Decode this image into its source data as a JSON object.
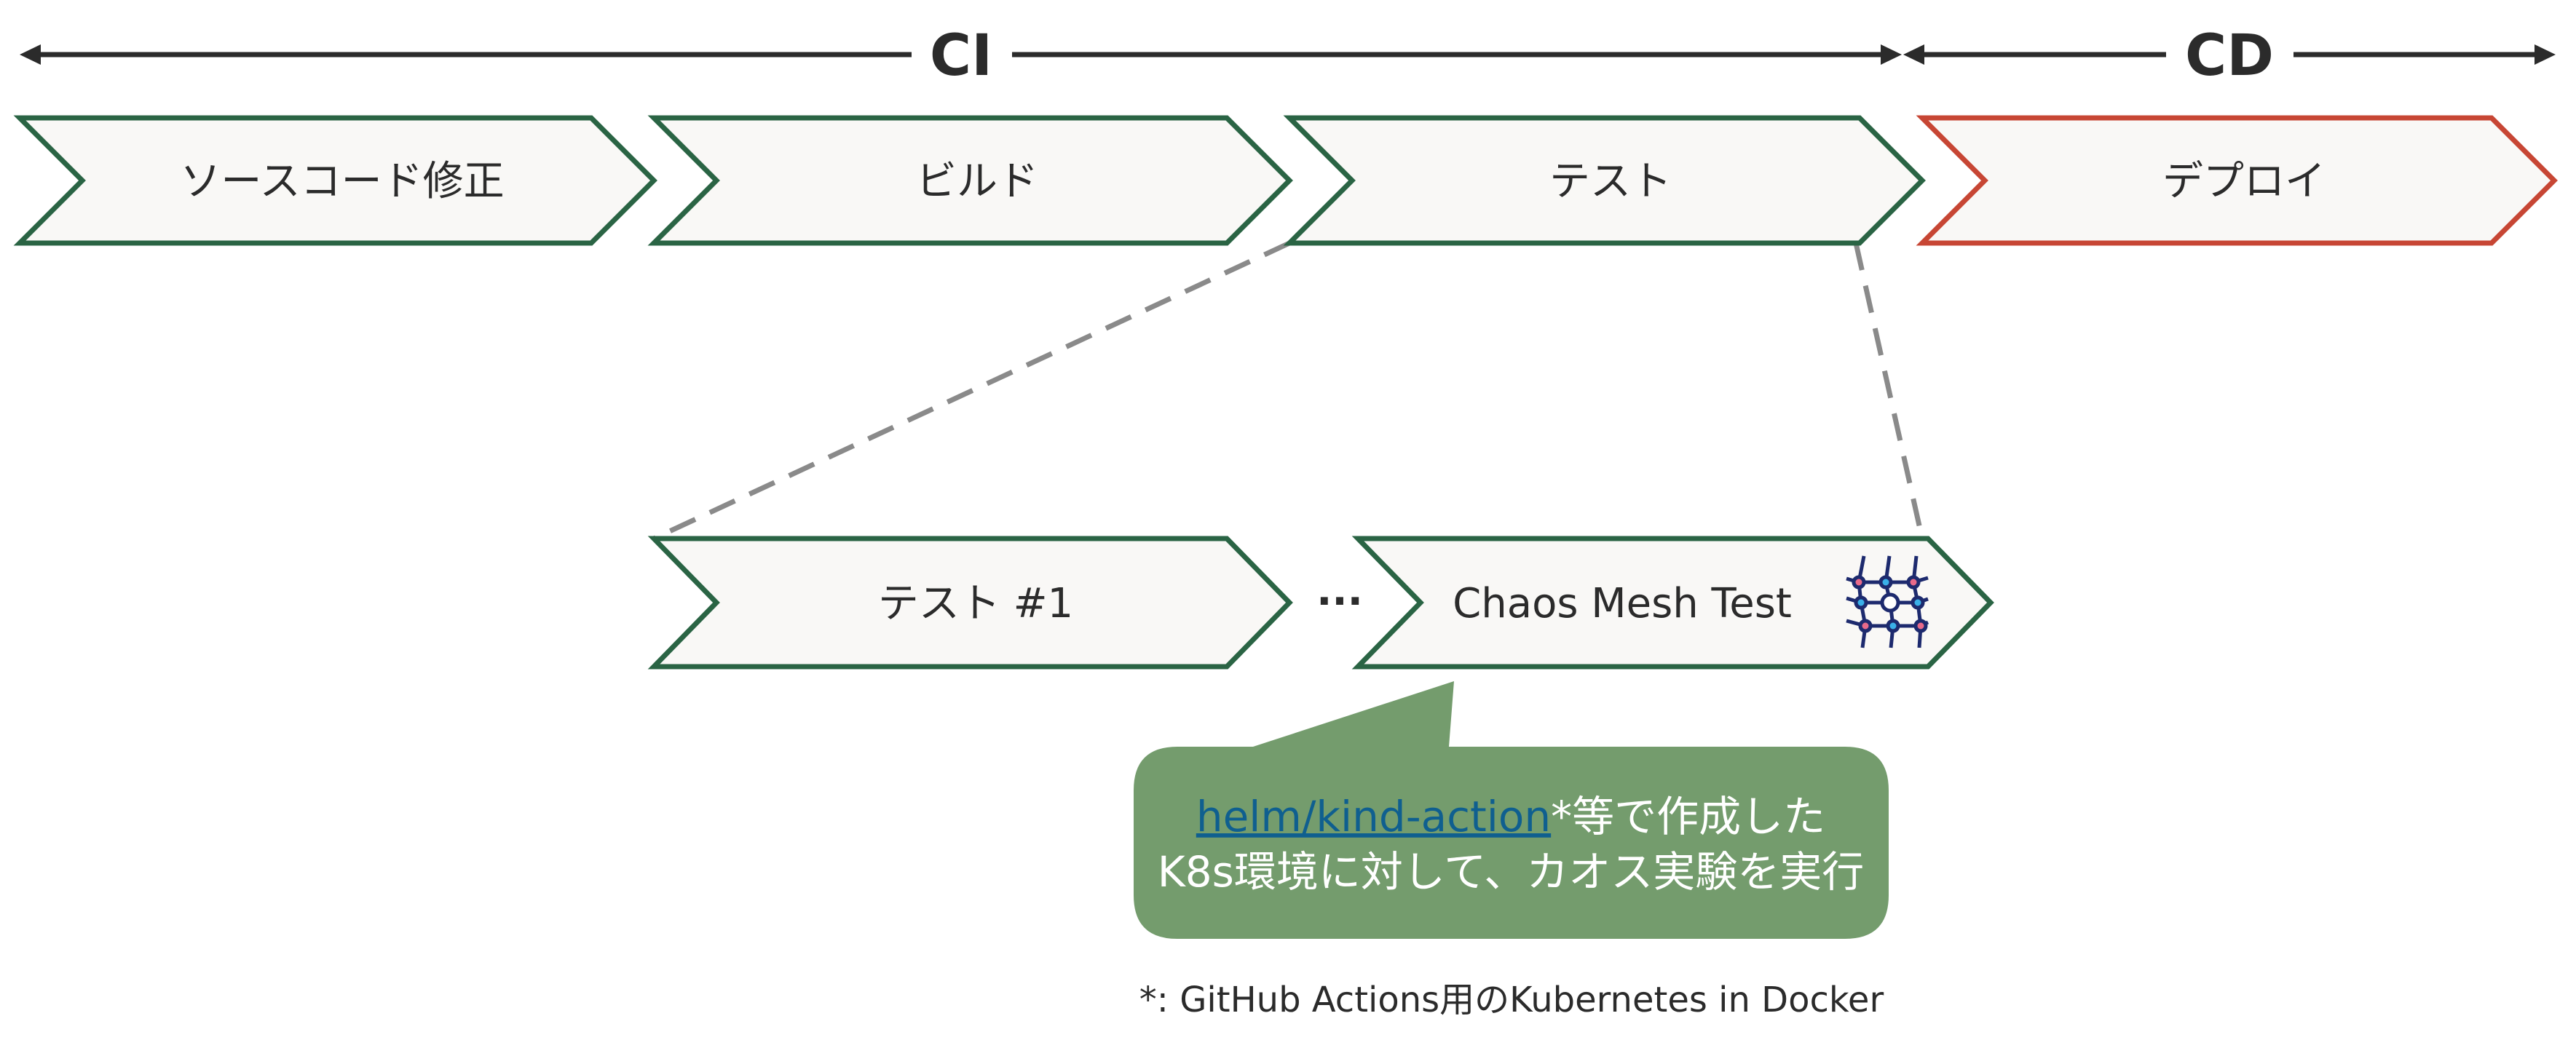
{
  "phases": {
    "ci": "CI",
    "cd": "CD"
  },
  "pipeline": [
    {
      "label": "ソースコード修正"
    },
    {
      "label": "ビルド"
    },
    {
      "label": "テスト"
    },
    {
      "label": "デプロイ"
    }
  ],
  "tests": [
    {
      "label": "テスト #1"
    },
    {
      "label": "Chaos Mesh Test"
    }
  ],
  "ellipsis": "···",
  "callout": {
    "link_text": "helm/kind-action",
    "line1_rest": "*等で作成した",
    "line2": "K8s環境に対して、カオス実験を実行"
  },
  "footnote": "*: GitHub Actions用のKubernetes in Docker",
  "colors": {
    "ci_stroke": "#2a6444",
    "cd_stroke": "#c74634",
    "fill": "#f9f8f6",
    "callout": "#749c6d",
    "link": "#0f5f8f"
  }
}
